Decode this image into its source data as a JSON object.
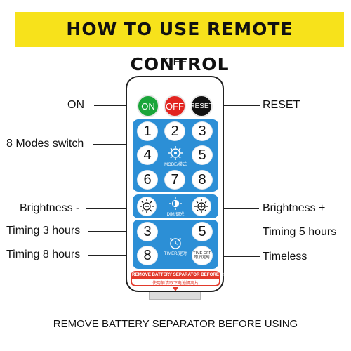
{
  "banner": {
    "title": "HOW TO USE REMOTE CONTROL",
    "color": "#f7e21b"
  },
  "labels": {
    "off": "OFF",
    "on": "ON",
    "reset": "RESET",
    "modes": "8 Modes switch",
    "brightness_down": "Brightness -",
    "brightness_up": "Brightness +",
    "timing3": "Timing 3 hours",
    "timing5": "Timing 5 hours",
    "timing8": "Timing 8 hours",
    "timeless": "Timeless",
    "footer": "REMOVE BATTERY SEPARATOR BEFORE USING"
  },
  "remote": {
    "power": {
      "on": {
        "label": "ON",
        "color": "#1aa53a"
      },
      "off": {
        "label": "OFF",
        "color": "#e22420"
      },
      "reset": {
        "label": "RESET",
        "color": "#111111"
      }
    },
    "mode_buttons": [
      "1",
      "2",
      "3",
      "4",
      "5",
      "6",
      "7",
      "8"
    ],
    "mode_center_label": "MODE/模式",
    "dim_label": "DIM/调光",
    "timer_buttons": {
      "t3": "3",
      "t5": "5",
      "t8": "8"
    },
    "timer_label": "TIMER/定时",
    "time_off_label_1": "TIME OFF",
    "time_off_label_2": "取消定时",
    "warning_en": "REMOVE BATTERY SEPARATOR BEFORE USE",
    "warning_cn": "使用前请取下电池隔离片",
    "panel_color": "#2c8fd6"
  }
}
